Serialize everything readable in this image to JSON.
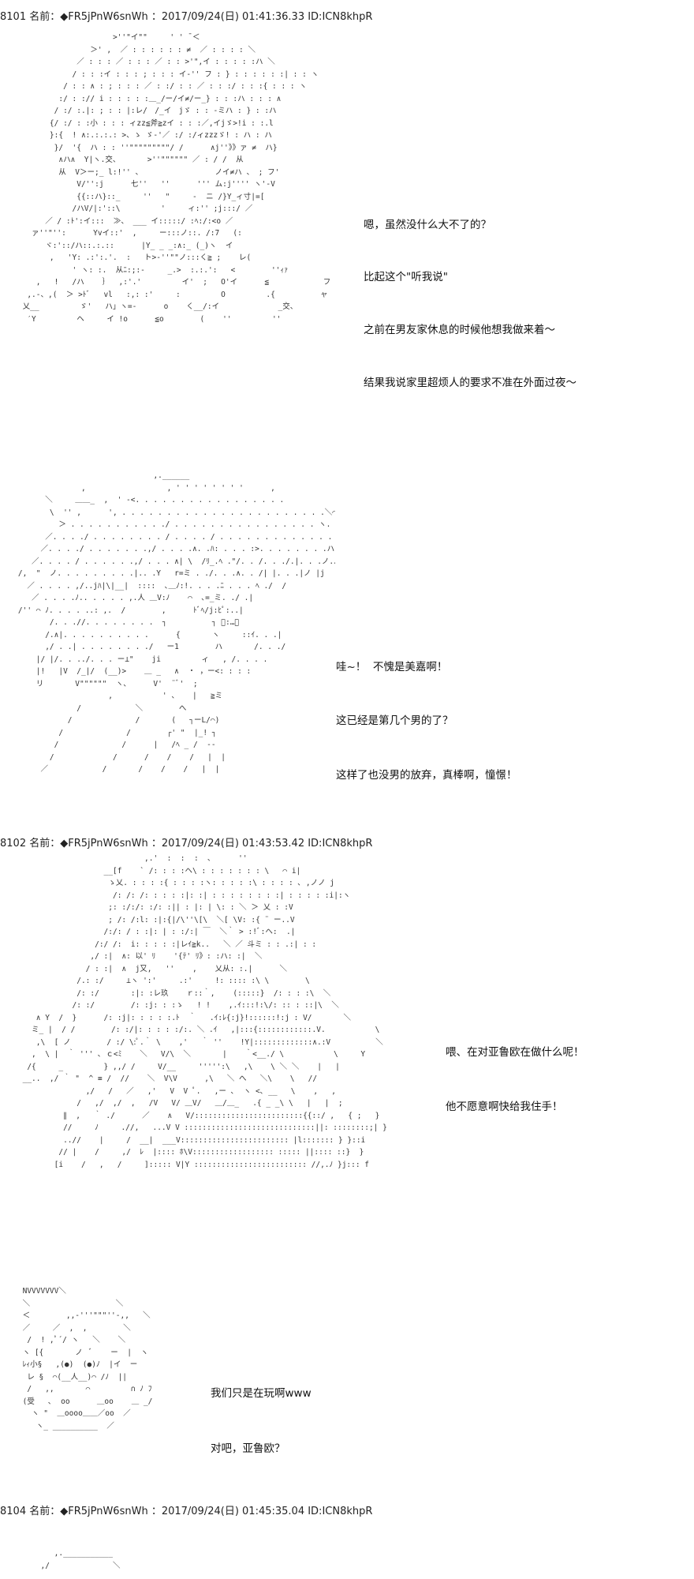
{
  "posts": [
    {
      "header": "8101 名前：◆FR5jPnW6snWh ：2017/09/24(日) 01:41:36.33 ID:ICN8khpR",
      "panels": [
        {
          "dialog": [
            "嗯，虽然没什么大不了的？",
            "比起这个\"听我说\"",
            "之前在男友家休息的时候他想我做来着～",
            "结果我说家里超烦人的要求不准在外面过夜～"
          ],
          "art": "                         >''\"イ\"\"     ' ' ̄ ＜\n                    ＞' ,  ／ : : : : : : ≠  ／ : : : : ＼\n                 ／ : : : ／ : : : ／ : : >'\",イ : : : : :ハ ＼\n                / : : :イ : : : ; : : : イ-'' フ : } : : : : : :| : : ヽ\n              / : : ∧ : ; : : : ／ : :/ : : ／ : : :/ : : :{ : : : ヽ\n             :/ : :// i : : : : :＿_/ー/イ≠/ー_} : : :ハ : : : ∧\n            / :/ :.|: ; : : |:レ/　/_イ　jゞ : : -ミハ : } : :ハ\n           {/ :/ : :小 : : : ィzz≦斧≧zイ : : :／,イjゞ>!i : :.l\n           }:{  ! ∧:.:.:.: >、ゝ ゞ-'／ :/ :/ィzzzゞ! : ハ : ハ\n            }/  '{  ハ : : ''\"\"\"\"\"\"\"\"\"/ /      ∧j''》》ァ ≠  ハ}\n             ∧ハ∧  Y|ヽ.交、      >''\"\"\"\"\"\" ／ : / /  从\n             从  V＞ー;_ l:!'' 、                ノイ≠ハ 、 ; フ'\n                 V/'':j      七''   ''      ''' ム:j'''' ヽ'-V\n                 {{::ハ}::_     ''   \"     -  ニ /}Y_ィ寸|=[\n                /ハV/|:'::\\         '     ィ:'' ;j:::/ ／\n          ／ / :ﾄ':イ:::  ≫、 ___ イ:::::/ :ﾍ:/:<o ／\n       ァ''\"'':      Yvイ::'  ,     ー:::ノ::. /:7   (: \n          ヾ:'::/ハ::.:.::      |Y_ _ _:∧:_ (_)ヽ  イ\n           ,   'Y: .:':.'.  :   ト>‐''\"\"ノ:::く≧ ;    レ(\n                ' ヽ: :.  从ﾆ:;:-     _.>  :.:.':   <        ''ｨｧ\n        ,   !   /ハ    ｝  ,:'.'         イ'  ;   O'イ      ≦            フ\n      ,.-、,(  ＞ >ﾄﾞ   vl   :,: :'     :         O         .{          ャ\n     乂__         ゞ'   ハ」ヽ=-      o    く__/:イ             _交、\n      ′Y         ヘ     イ !o      ≦o        (    ''         ''"
        },
        {
          "dialog": [
            "哇~！  不愧是美嘉啊！",
            "这已经是第几个男的了？",
            "这样了也没男的放弃，真棒啊，憧憬！"
          ],
          "art": "                                  ,.______\n                  ,                  , ' ' ' ' ' ' ' '      ,\n          ＼     ＿＿_  ,  ' -<. . . . . . . . . . . . . . . . .              /\\\n           \\  '' ,      ', . . . . . . . . . . . . . . . . . . . . . . .＼⌒ヽ _/\n             ＞ . . . . . . . . . . ./ . . . . . . . . . . . . . . . . ヽ. . ./\n          ／. . . ./ . . . . . . . . / . . . . / . . . . . . . . . . . . . . Y. .ヽ\n         ／. . . ./ . . . . . . .,/ . . . .∧. .ﾊ: . . . :>. . . . . . . .ハ. . . }\n       ／. . . . / . . . . . .,/ . . . ∧| \\  /ﾘ_.ﾍ .\"/. . /. . ./.|. . .ノ.ハ!\n    /,  \"  ノ. . . . . . . . .|.. .Y   r=ミ . ./. . .∧. . /| |. . .|ノ |j\n      ／ . . . . ,/..jﾊ|\\|__|  ::::  ､＿ﾉ:!. . . .ﾆ . . . ﾍ ./  /\n       ／ . . . .ﾉ.. . . . . ,.人 ＿V:ﾉ    ⌒  ､=_ミ. ./ .|\n    /'' ⌒ ﾉ. . . . ..: ,.  /        ,      ﾄﾞﾍ/j:ﾋﾟ:..|\n           /. . .//. . . . . . . .  ┐          ┐ ﾞ:…｡\n          /.∧|. . . . . . . . . .      {       ヽ     ::ｲ. . .|\n          ,/ . .| . . . . . . . ./   ー1        ハ       /. . ./\n        |/ |/. . ../. . . ー⊥\"    ji         ィ   , /. . . .\n        |!   |V  /_|/  (__)>    ＿ _   ∧  ・ ，ー<: : : :\n        リ       V\"\"\"\"\"\"  ヽ、     V'  ¨ﾞ'  ;\n                        ,           ' 、   |   ≧ミ\n                 /            ＼        へ\n               /              /       (   ┐ーL/⌒)\n             /              /        ┌' \"  |_! ┐\n            /              /      |   /ﾍ _ /  --\n           /             /      /    /    /   |  |\n         ／            /       /    /    /   |  |"
        }
      ]
    },
    {
      "header": "8102 名前：◆FR5jPnW6snWh ：2017/09/24(日) 01:43:53.42 ID:ICN8khpR",
      "panels": [
        {
          "dialog": [
            "喂、在对亚鲁欧在做什么呢！",
            "他不愿意啊快给我住手！"
          ],
          "art": "                                ,.'  :  :  :  ､      ''\n                       __[f    ` /: : : :ヘ\\ : : : : : : : \\   ⌒ i|\n                        ゝ乂. : : : :{ : : : :ヽ: : : : :\\ : : : : ､ ,ノノ j\n                         /: /: /: : : : :|: :| : : : : : : : :| : : : : :i|:ヽ\n                        ;: :/:/: :/: :|| : |: | \\: : ＼ ＞ 乂 : :V\n                        ; /: /:l: :|:{|/\\''\\[\\  ＼[ \\V: :{ ¨ ー..V\n                       /:/: / : :|: | : :/:| ￣  ＼｀ > :!ﾞ:ヘ:  .|\n                     /:/ /:  i: : : : :|レｲ≧k..   ＼ ／ 斗ミ : : .:| : :\n                    ,/ :|  ∧: 以' ﾘ    '{ﾃ' ﾘ》: :ハ: :|  ＼\n                   / : :|  ∧  j又,   ''    ,    乂从: :.|      ＼\n                 /.: :/     ⊥ヽ ':'     .:'     !: :::: :\\ \\        \\\n                 /: :/       :|: :レ玖    ｒ::｀,    (:::::}  /: : : :\\  ＼\n                /: :/        /: :j: : :ゝ   ! !    ,.ｲ:::!:\\/: :: : ::|\\  ＼\n        ∧ Y  /  }      /: :j|: : : : :.ﾄ  ｀   .ｲ:ﾚ{:j}!::::::!:j : V/       ＼\n       ミ_ |  / /        /: :/|: : : : :/:. ＼ .ｲ   ,|:::{::::::::::::.V.           \\\n        ,\\  [ ノ        / :/ \\:ﾟ.｀ \\    ,'   ｀ ''    !Y|:::::::::::::∧.:V          ＼\n       ,  \\ |  ｀ ''' ､ ｃ<ﾐ    ＼   V/\\  ＼       |    ｀<__./ \\           \\     Y\n      /{     _         } ,,/ /     V/__     ''''':\\   ,\\    \\ ＼ ＼    |   |\n     __..  ,/ ｀ \"  ^ ≡ /  //    ＼  V\\V      ,\\   ＼ へ   ＼\\    \\   //\n                   ,/   /   ／   ,'   V  V ﾟ.   ,ー ､  ヽ <､ __   \\    ,   ,\n                 /   ,/  ,/  ,   /V   V/ ＿V/   ＿/＿_   .{ _ _\\ \\   |   |  ;\n              ∥  ,   ｀ ./      ／    ∧   V/::::::::::::::::::::::::{{::/ ,   { ;   }\n              //     ﾉ     .//,   ...V V :::::::::::::::::::::::::::::||: ::::::::;| }\n              ..//    |     /  __|  ___V:::::::::::::::::::::::: |l::::::: } }::i\n             // |    /     ,/  ﾚ  |:::: ﾎ\\V:::::::::::::::::: ::::: ||:::: ::}  }\n            [i    /   ,   /     ]::::: V|Y ::::::::::::::::::::::::: //,.ﾉ }j::: f"
        },
        {
          "dialog": [
            "我们只是在玩啊www",
            "对吧，亚鲁欧？"
          ],
          "art": "     NVVVVVVV＼\n     ＼                   ＼\n     ＜        ,,-'''\"\"\"''-,,   ＼\n     ／     ／  ,  ,        ＼\n      /  ! ,ﾟ´/ ヽ   ＼    ＼\n     ヽ [{       ノ  ﾞ    ー  |  ヽ\n     ﾚｨ小§   ,(●)  (●)ﾉ  |イ  ー\n      レ §  ⌒(__人__)⌒ /ﾉ  ||\n      /   ,,       ⌒         ∩ ﾉ ﾌ\n     (受   ､  oo      ＿oo    ＿ _/\n       ヽ \"  ＿oooo＿＿／oo  ／\n        ヽ_ __________  ／"
        }
      ]
    },
    {
      "header": "8104 名前：◆FR5jPnW6snWh ：2017/09/24(日) 01:45:35.04 ID:ICN8khpR",
      "panels": [
        {
          "dialog": [],
          "art": "            ,.___________\n         ,/              ＼"
        }
      ]
    }
  ]
}
